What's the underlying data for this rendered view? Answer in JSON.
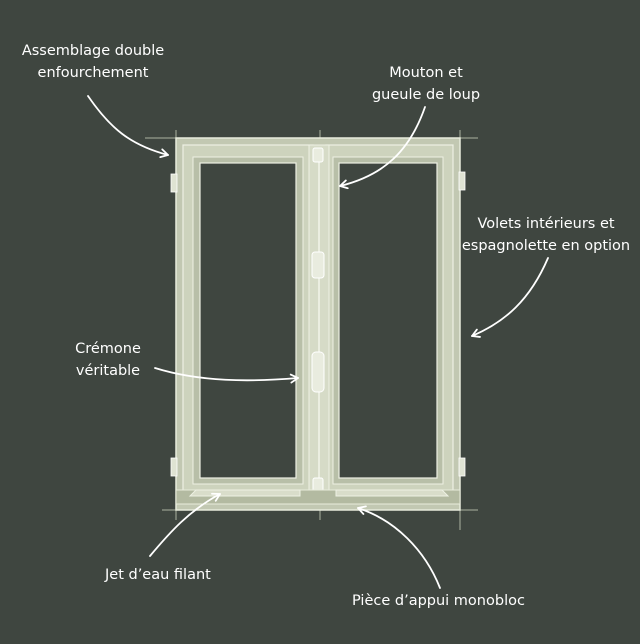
{
  "colors": {
    "background": "#3f4640",
    "frame_fill": "#c2c8b2",
    "frame_line": "#e8ecdc",
    "glass": "#3f4640",
    "annotation": "#ffffff"
  },
  "labels": {
    "assemblage": [
      "Assemblage double",
      "enfourchement"
    ],
    "mouton": [
      "Mouton et",
      "gueule de loup"
    ],
    "volets": [
      "Volets intérieurs et",
      "espagnolette en option"
    ],
    "cremone": [
      "Crémone",
      "véritable"
    ],
    "jet": [
      "Jet d’eau filant"
    ],
    "piece": [
      "Pièce d’appui monobloc"
    ]
  }
}
